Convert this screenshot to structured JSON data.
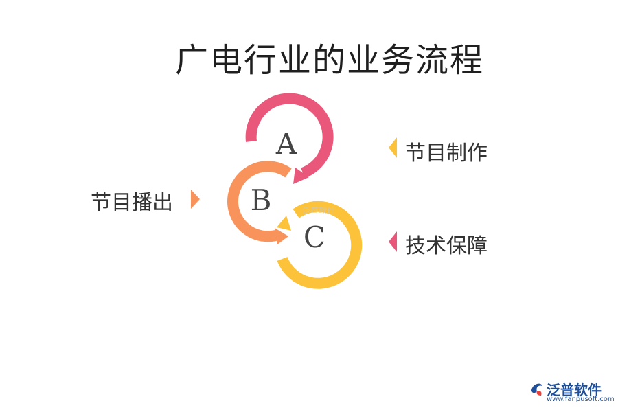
{
  "title": "广电行业的业务流程",
  "steps": [
    {
      "letter": "A",
      "label": "节目制作",
      "color": "#e9587a"
    },
    {
      "letter": "B",
      "label": "节目播出",
      "color": "#f7935b"
    },
    {
      "letter": "C",
      "label": "技术保障",
      "color": "#fbc23a"
    }
  ],
  "watermark": "泛普软件",
  "brand": {
    "name": "泛普软件",
    "url": "www.fanpusoft.com"
  }
}
